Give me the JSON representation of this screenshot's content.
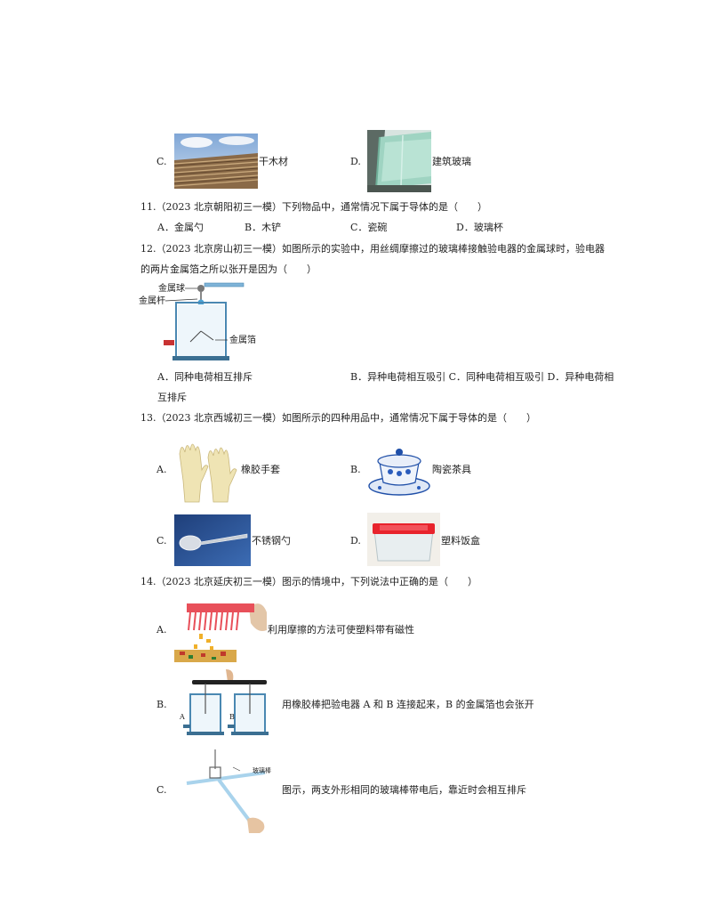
{
  "q10": {
    "c_letter": "C.",
    "c_text": "干木材",
    "d_letter": "D.",
    "d_text": "建筑玻璃"
  },
  "q11": {
    "stem": "11.（2023 北京朝阳初三一模）下列物品中，通常情况下属于导体的是（　　）",
    "options": [
      "A．金属勺",
      "B．木铲",
      "C．瓷碗",
      "D．玻璃杯"
    ]
  },
  "q12": {
    "stem_line1": "12.（2023 北京房山初三一模）如图所示的实验中，用丝绸摩擦过的玻璃棒接触验电器的金属球时，验电器",
    "stem_line2": "的两片金属箔之所以张开是因为（　　）",
    "label_ball": "金属球",
    "label_rod": "金属杆",
    "label_foil": "金属箔",
    "opt_a": "A．同种电荷相互排斥",
    "opt_bcd": "B．异种电荷相互吸引 C．同种电荷相互吸引  D．异种电荷相",
    "opt_d_wrap": "互排斥"
  },
  "q13": {
    "stem": "13.（2023 北京西城初三一模）如图所示的四种用品中，通常情况下属于导体的是（　　）",
    "a_letter": "A.",
    "a_text": "橡胶手套",
    "b_letter": "B.",
    "b_text": "陶瓷茶具",
    "c_letter": "C.",
    "c_text": "不锈钢勺",
    "d_letter": "D.",
    "d_text": "塑料饭盒"
  },
  "q14": {
    "stem": "14.（2023 北京延庆初三一模）图示的情境中，下列说法中正确的是（　　）",
    "a_letter": "A.",
    "a_text": "利用摩擦的方法可使塑料带有磁性",
    "b_letter": "B.",
    "b_text": "用橡胶棒把验电器 A 和 B 连接起来，B 的金属箔也会张开",
    "b_fig_a": "A",
    "b_fig_b": "B",
    "c_letter": "C.",
    "c_text": "图示，两支外形相同的玻璃棒带电后，靠近时会相互排斥",
    "c_fig_label": "玻璃棒"
  }
}
